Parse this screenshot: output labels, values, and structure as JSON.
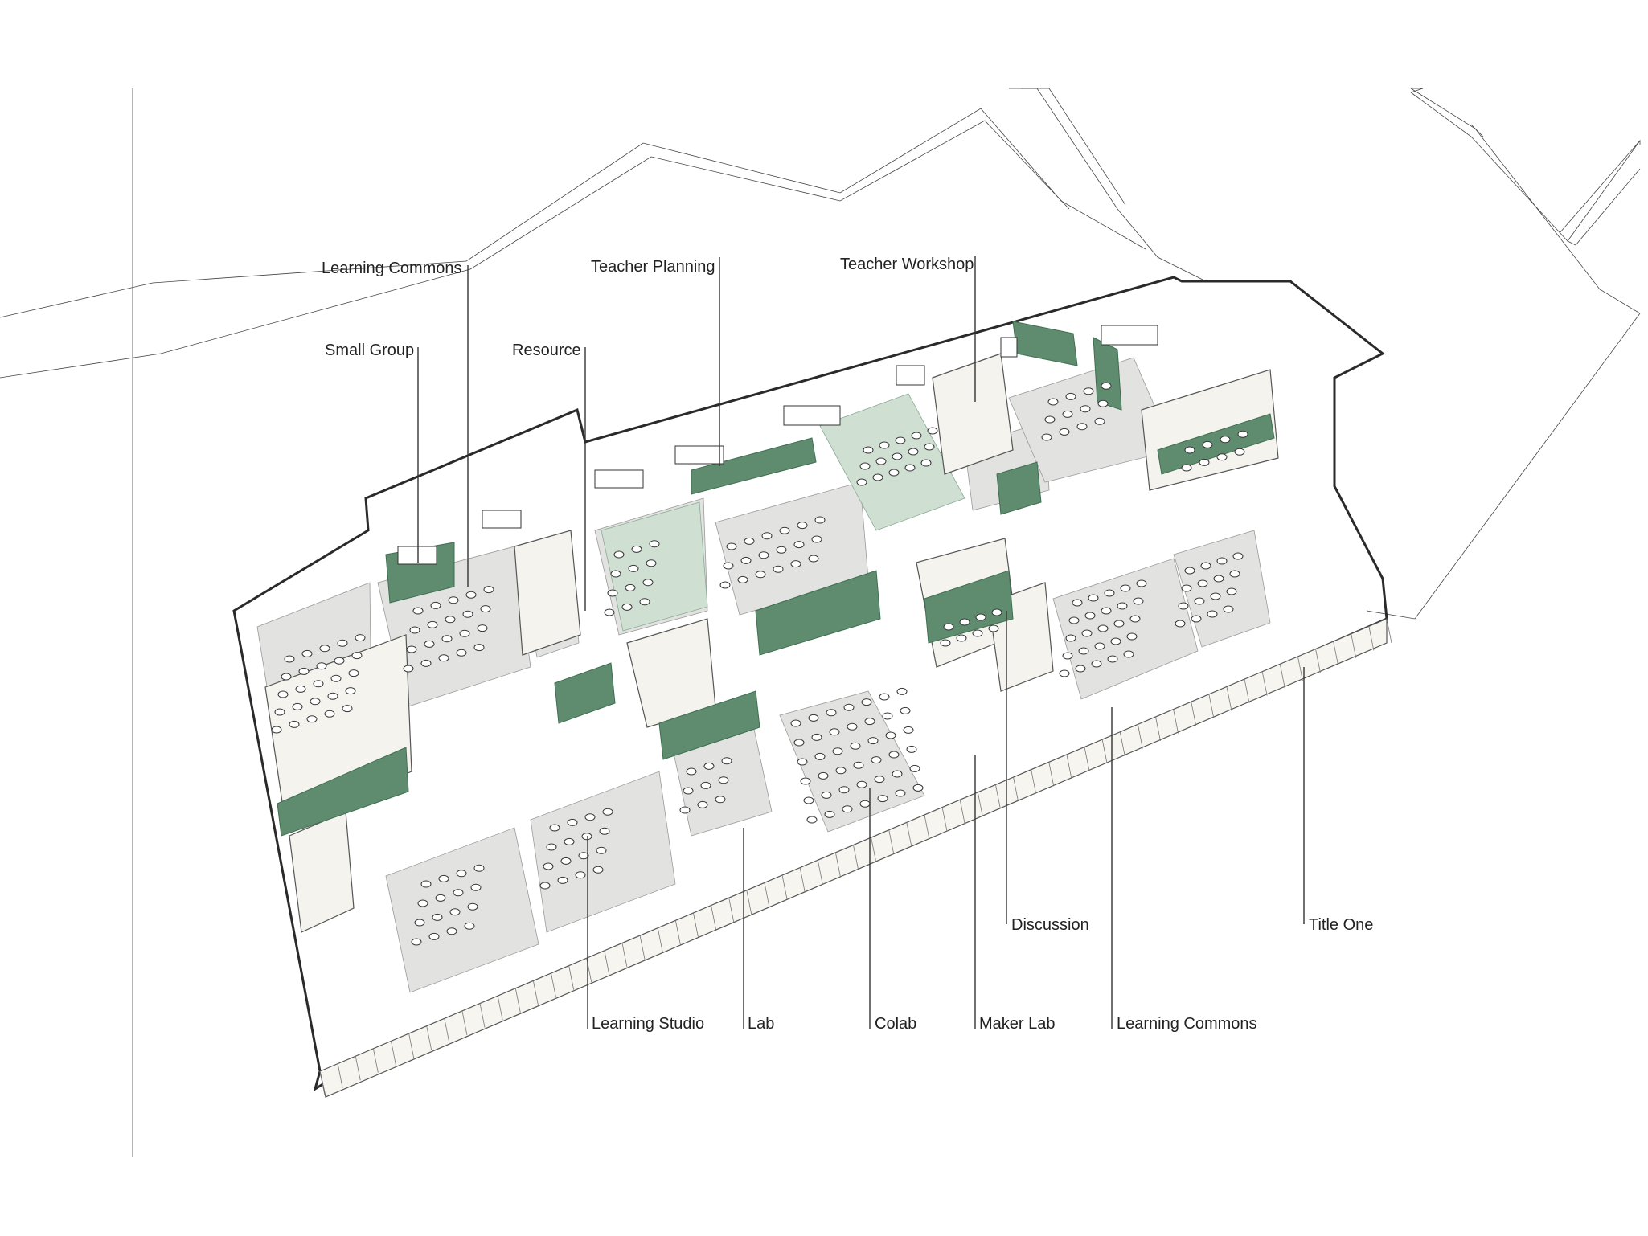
{
  "labels": {
    "learning_commons_top": "Learning Commons",
    "small_group": "Small Group",
    "resource": "Resource",
    "teacher_planning": "Teacher Planning",
    "teacher_workshop": "Teacher Workshop",
    "discussion": "Discussion",
    "title_one": "Title One",
    "learning_studio": "Learning Studio",
    "lab": "Lab",
    "colab": "Colab",
    "maker_lab": "Maker Lab",
    "learning_commons_bottom": "Learning Commons"
  },
  "colors": {
    "accent_green": "#5f8c6e",
    "accent_green_light": "#cfe0d3",
    "floor_grey": "#e2e2e0",
    "wall": "#f4f3ee",
    "line": "#2a2a2a"
  }
}
